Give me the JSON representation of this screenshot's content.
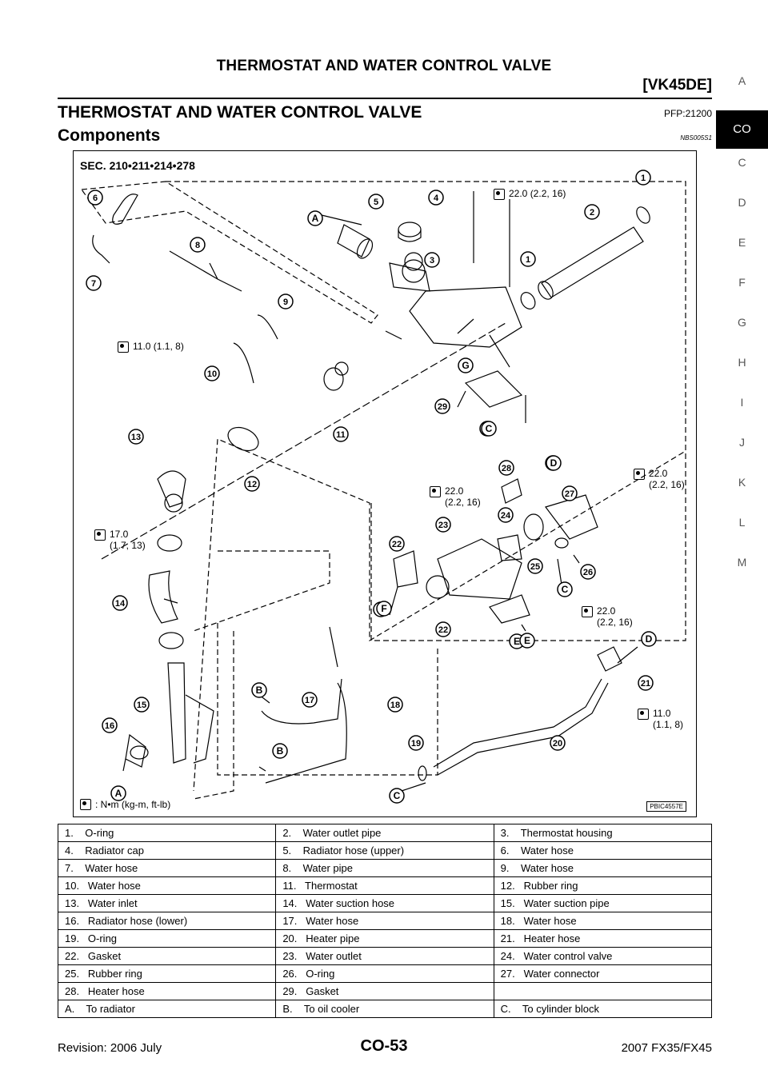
{
  "header": {
    "title": "THERMOSTAT AND WATER CONTROL VALVE",
    "engine": "[VK45DE]"
  },
  "section": {
    "title": "THERMOSTAT AND WATER CONTROL VALVE",
    "pfp": "PFP:21200",
    "subtitle": "Components",
    "code": "NBS005S1"
  },
  "side_index": [
    "A",
    "CO",
    "C",
    "D",
    "E",
    "F",
    "G",
    "H",
    "I",
    "J",
    "K",
    "L",
    "M"
  ],
  "side_index_active": "CO",
  "figure": {
    "sec_code": "SEC. 210•211•214•278",
    "image_id": "PBIC4557E",
    "unit_legend": ": N•m (kg-m, ft-lb)",
    "torque_labels": [
      "22.0 (2.2, 16)",
      "11.0 (1.1, 8)",
      "22.0\n(2.2, 16)",
      "22.0\n(2.2, 16)",
      "17.0\n(1.7, 13)",
      "22.0\n(2.2, 16)",
      "11.0\n(1.1, 8)"
    ],
    "callouts": [
      "1",
      "2",
      "3",
      "4",
      "5",
      "6",
      "7",
      "8",
      "9",
      "10",
      "11",
      "12",
      "13",
      "14",
      "15",
      "16",
      "17",
      "18",
      "19",
      "20",
      "21",
      "22",
      "23",
      "24",
      "25",
      "26",
      "27",
      "28",
      "29",
      "1",
      "22"
    ],
    "letters": [
      "A",
      "B",
      "C",
      "D",
      "E",
      "F",
      "G",
      "A",
      "B",
      "C",
      "D",
      "C",
      "E",
      "F",
      "C",
      "D"
    ]
  },
  "parts_table": [
    [
      "1.    O-ring",
      "2.    Water outlet pipe",
      "3.    Thermostat housing"
    ],
    [
      "4.    Radiator cap",
      "5.    Radiator hose (upper)",
      "6.    Water hose"
    ],
    [
      "7.    Water hose",
      "8.    Water pipe",
      "9.    Water hose"
    ],
    [
      "10.   Water hose",
      "11.   Thermostat",
      "12.   Rubber ring"
    ],
    [
      "13.   Water inlet",
      "14.   Water suction hose",
      "15.   Water suction pipe"
    ],
    [
      "16.   Radiator hose (lower)",
      "17.   Water hose",
      "18.   Water hose"
    ],
    [
      "19.   O-ring",
      "20.   Heater pipe",
      "21.   Heater hose"
    ],
    [
      "22.   Gasket",
      "23.   Water outlet",
      "24.   Water control valve"
    ],
    [
      "25.   Rubber ring",
      "26.   O-ring",
      "27.   Water connector"
    ],
    [
      "28.   Heater hose",
      "29.   Gasket",
      ""
    ],
    [
      "A.    To radiator",
      "B.    To oil cooler",
      "C.    To cylinder block"
    ]
  ],
  "footer": {
    "revision": "Revision: 2006 July",
    "page": "CO-53",
    "model": "2007 FX35/FX45"
  }
}
